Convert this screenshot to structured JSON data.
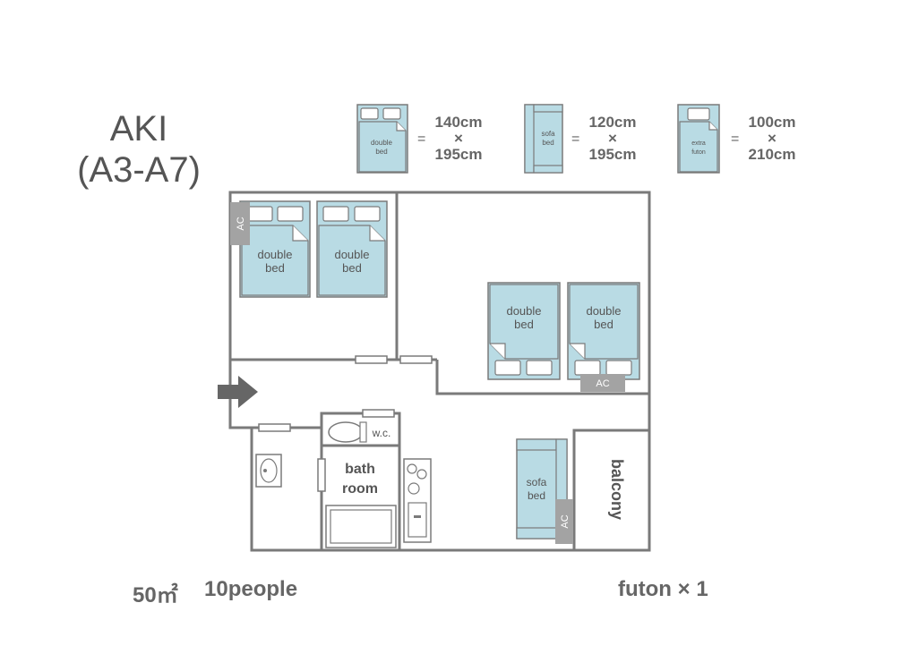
{
  "title": {
    "line1": "AKI",
    "line2": "(A3-A7)"
  },
  "legend": [
    {
      "icon": "double-bed-icon",
      "icon_label_1": "double",
      "icon_label_2": "bed",
      "eq": "=",
      "width": "140cm",
      "times": "×",
      "length": "195cm"
    },
    {
      "icon": "sofa-bed-icon",
      "icon_label_1": "sofa",
      "icon_label_2": "bed",
      "eq": "=",
      "width": "120cm",
      "times": "×",
      "length": "195cm"
    },
    {
      "icon": "extra-futon-icon",
      "icon_label_1": "extra",
      "icon_label_2": "futon",
      "eq": "=",
      "width": "100cm",
      "times": "×",
      "length": "210cm"
    }
  ],
  "floorplan": {
    "bed_line1": "double",
    "bed_line2": "bed",
    "ac": "AC",
    "wc": "w.c.",
    "bath_line1": "bath",
    "bath_line2": "room",
    "sofa_line1": "sofa",
    "sofa_line2": "bed",
    "balcony": "balcony"
  },
  "footer": {
    "area": "50㎡",
    "people": "10people",
    "futon": "futon × 1"
  },
  "colors": {
    "bed_fill": "#b9dbe4",
    "wall": "#7a7a7a",
    "ac_fill": "#a3a3a3",
    "text": "#555555"
  }
}
